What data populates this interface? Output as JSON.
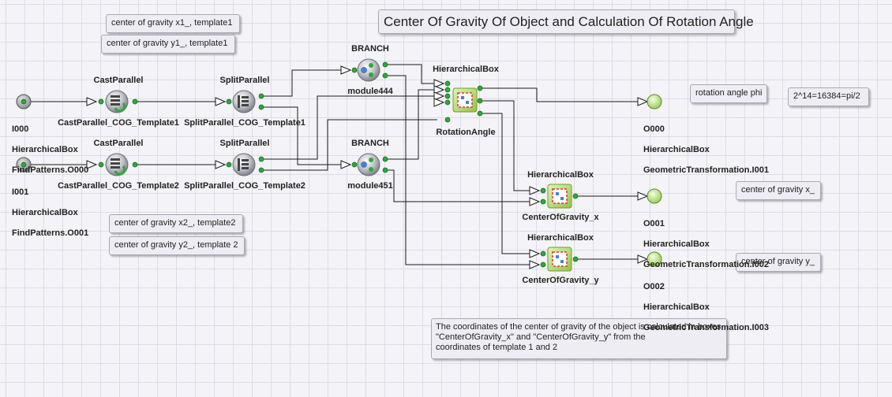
{
  "title": "Center Of Gravity Of Object and Calculation Of Rotation Angle",
  "comments": {
    "cog_x1": "center of gravity x1_, template1",
    "cog_y1": "center of gravity y1_, template1",
    "cog_x2": "center of gravity x2_, template2",
    "cog_y2": "center of gravity y2_, template 2",
    "rotation_phi": "rotation angle phi",
    "pi_half": "2^14=16384=pi/2",
    "cog_x_out": "center of gravity x_",
    "cog_y_out": "center of gravity y_",
    "description": "The coordinates of the center of gravity of the object is calculated in boxes\n\"CenterOfGravity_x\" and \"CenterOfGravity_y\"  from the\ncoordinates of template 1 and 2"
  },
  "inputs": [
    {
      "id": "I000",
      "line2": "HierarchicalBox",
      "line3": "FindPatterns.O000"
    },
    {
      "id": "I001",
      "line2": "HierarchicalBox",
      "line3": "FindPatterns.O001"
    }
  ],
  "outputs": [
    {
      "id": "O000",
      "line2": "HierarchicalBox",
      "line3": "GeometricTransformation.I001"
    },
    {
      "id": "O001",
      "line2": "HierarchicalBox",
      "line3": "GeometricTransformation.I002"
    },
    {
      "id": "O002",
      "line2": "HierarchicalBox",
      "line3": "GeometricTransformation.I003"
    }
  ],
  "modules": {
    "cast1": {
      "type": "CastParallel",
      "name": "CastParallel_COG_Template1"
    },
    "cast2": {
      "type": "CastParallel",
      "name": "CastParallel_COG_Template2"
    },
    "split1": {
      "type": "SplitParallel",
      "name": "SplitParallel_COG_Template1"
    },
    "split2": {
      "type": "SplitParallel",
      "name": "SplitParallel_COG_Template2"
    },
    "branch1": {
      "type": "BRANCH",
      "name": "module444"
    },
    "branch2": {
      "type": "BRANCH",
      "name": "module451"
    },
    "rotation": {
      "type": "HierarchicalBox",
      "name": "RotationAngle"
    },
    "cogx": {
      "type": "HierarchicalBox",
      "name": "CenterOfGravity_x"
    },
    "cogy": {
      "type": "HierarchicalBox",
      "name": "CenterOfGravity_y"
    }
  },
  "colors": {
    "wire": "#1a1a1a",
    "port_green": "#2fa83a",
    "module_gray": "#b9bcc2",
    "hbox_green": "#b9d86a",
    "output_green": "#cbe89a"
  }
}
